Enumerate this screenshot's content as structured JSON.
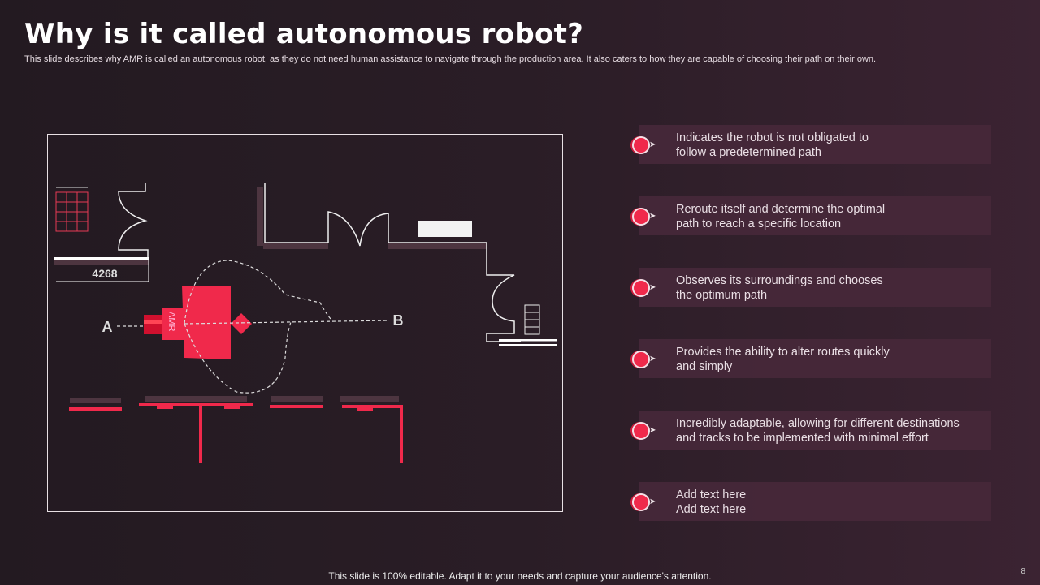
{
  "title": "Why is it called autonomous robot?",
  "subtitle": "This slide describes why AMR is called an autonomous robot, as they do not need human assistance to navigate through the production area. It also caters to how they are capable of choosing their path on their own.",
  "diagram": {
    "label_code": "4268",
    "label_a": "A",
    "label_b": "B",
    "robot_label": "AMR"
  },
  "items": [
    {
      "text": "Indicates the robot is not obligated to\nfollow a predetermined path"
    },
    {
      "text": "Reroute itself and determine the optimal\npath to reach a specific location"
    },
    {
      "text": "Observes its surroundings and chooses\nthe optimum path"
    },
    {
      "text": "Provides the ability to alter routes quickly\nand simply"
    },
    {
      "text": "Incredibly adaptable, allowing for different destinations\nand tracks to be implemented with minimal effort"
    },
    {
      "text": "Add text here\nAdd text here"
    }
  ],
  "footer": "This slide is 100% editable. Adapt it to your needs and capture your audience's attention.",
  "page_number": "8",
  "colors": {
    "accent": "#f0294b",
    "background": "#2a1d26"
  }
}
